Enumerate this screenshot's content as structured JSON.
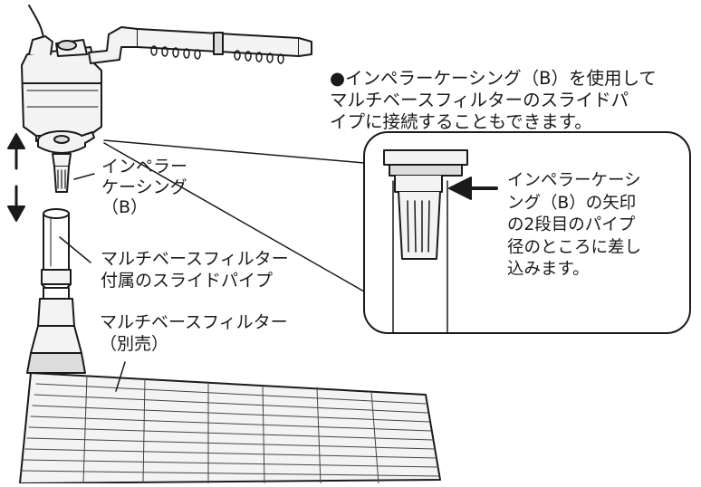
{
  "notes": {
    "main": [
      "●インペラーケーシング（B）を使用して",
      "マルチベースフィルターのスライドパ",
      "イプに接続することもできます。"
    ],
    "inset": [
      "インペラーケーシ",
      "ング（B）の矢印",
      "の2段目のパイプ",
      "径のところに差し",
      "込みます。"
    ]
  },
  "labels": {
    "casing": [
      "インペラー",
      "ケーシング",
      "（B）"
    ],
    "slide_pipe": [
      "マルチベースフィルター",
      "付属のスライドパイプ"
    ],
    "filter": [
      "マルチベースフィルター",
      "（別売）"
    ]
  },
  "colors": {
    "line": "#1a1a1a",
    "part_fill": "#f3f3f3",
    "part_shade": "#dcdcdc"
  }
}
